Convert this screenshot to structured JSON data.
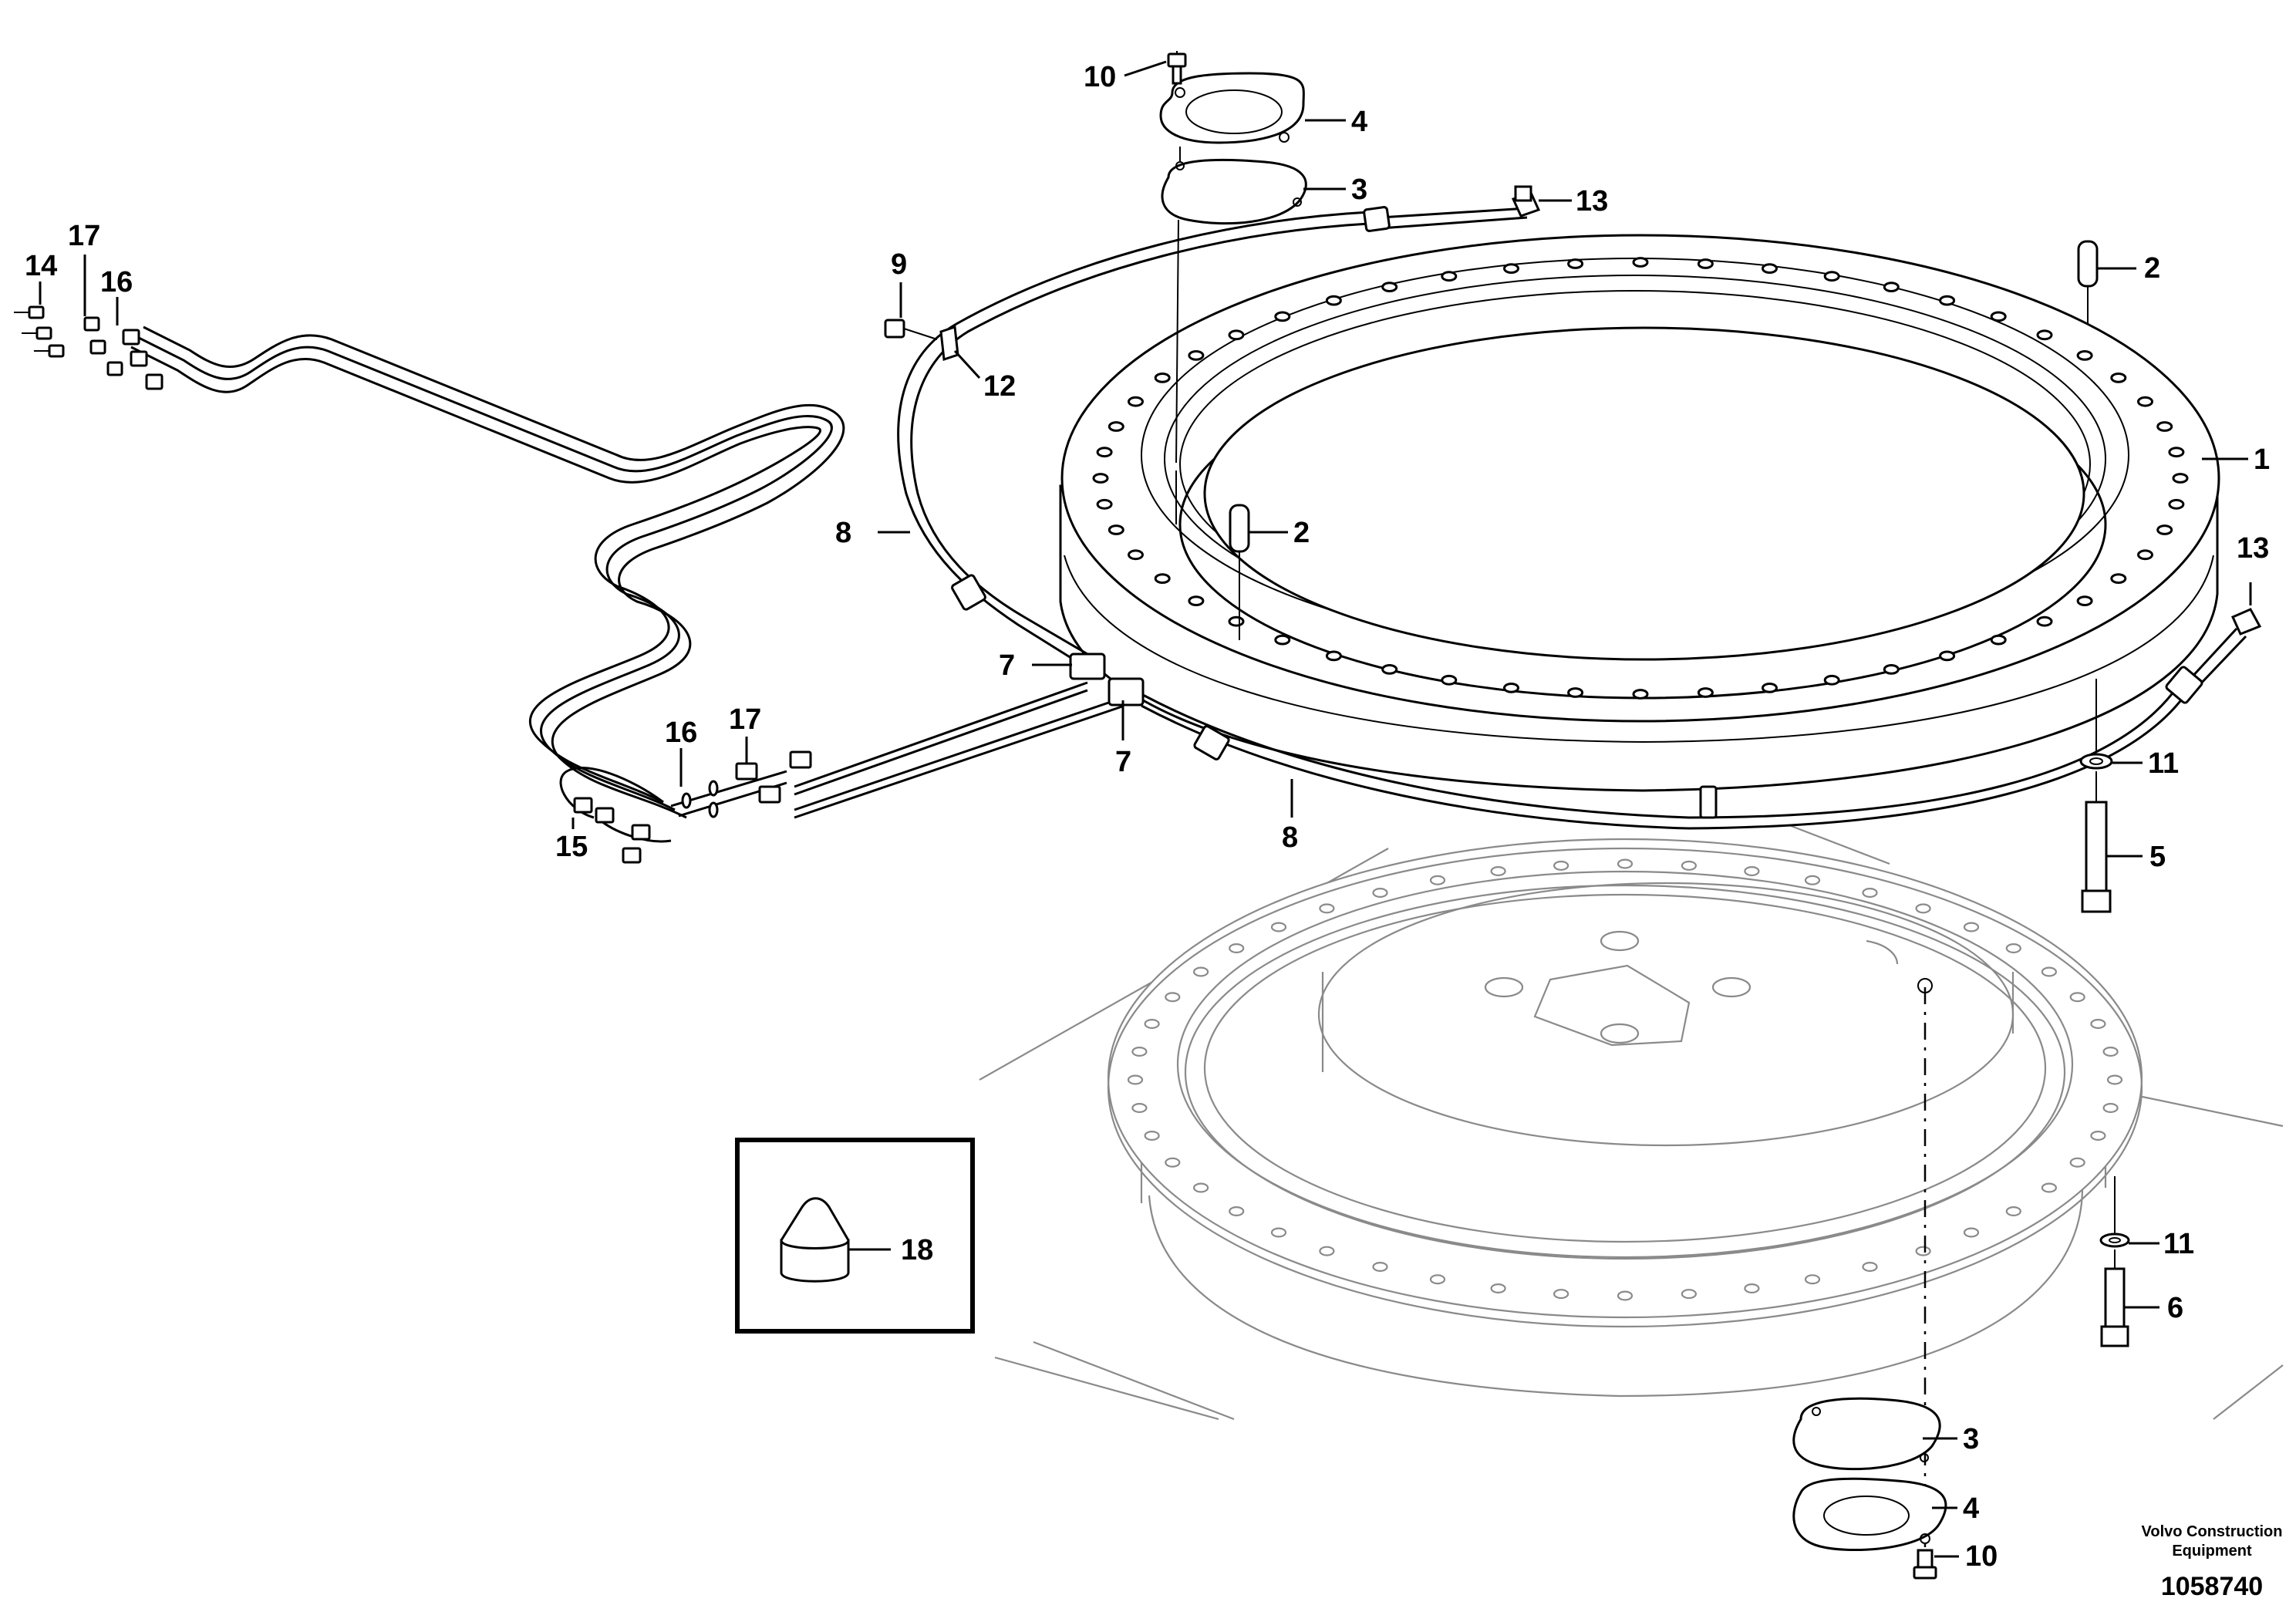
{
  "callouts": [
    {
      "id": "c10a",
      "label": "10"
    },
    {
      "id": "c4a",
      "label": "4"
    },
    {
      "id": "c3a",
      "label": "3"
    },
    {
      "id": "c13a",
      "label": "13"
    },
    {
      "id": "c2a",
      "label": "2"
    },
    {
      "id": "c1",
      "label": "1"
    },
    {
      "id": "c2b",
      "label": "2"
    },
    {
      "id": "c13b",
      "label": "13"
    },
    {
      "id": "c9",
      "label": "9"
    },
    {
      "id": "c12",
      "label": "12"
    },
    {
      "id": "c8a",
      "label": "8"
    },
    {
      "id": "c8b",
      "label": "8"
    },
    {
      "id": "c7a",
      "label": "7"
    },
    {
      "id": "c7b",
      "label": "7"
    },
    {
      "id": "c14",
      "label": "14"
    },
    {
      "id": "c17a",
      "label": "17"
    },
    {
      "id": "c16a",
      "label": "16"
    },
    {
      "id": "c16b",
      "label": "16"
    },
    {
      "id": "c17b",
      "label": "17"
    },
    {
      "id": "c15",
      "label": "15"
    },
    {
      "id": "c11a",
      "label": "11"
    },
    {
      "id": "c5",
      "label": "5"
    },
    {
      "id": "c11b",
      "label": "11"
    },
    {
      "id": "c6",
      "label": "6"
    },
    {
      "id": "c18",
      "label": "18"
    },
    {
      "id": "c3b",
      "label": "3"
    },
    {
      "id": "c4b",
      "label": "4"
    },
    {
      "id": "c10b",
      "label": "10"
    }
  ],
  "footer": {
    "brand_line1": "Volvo Construction",
    "brand_line2": "Equipment",
    "drawing_number": "1058740"
  }
}
